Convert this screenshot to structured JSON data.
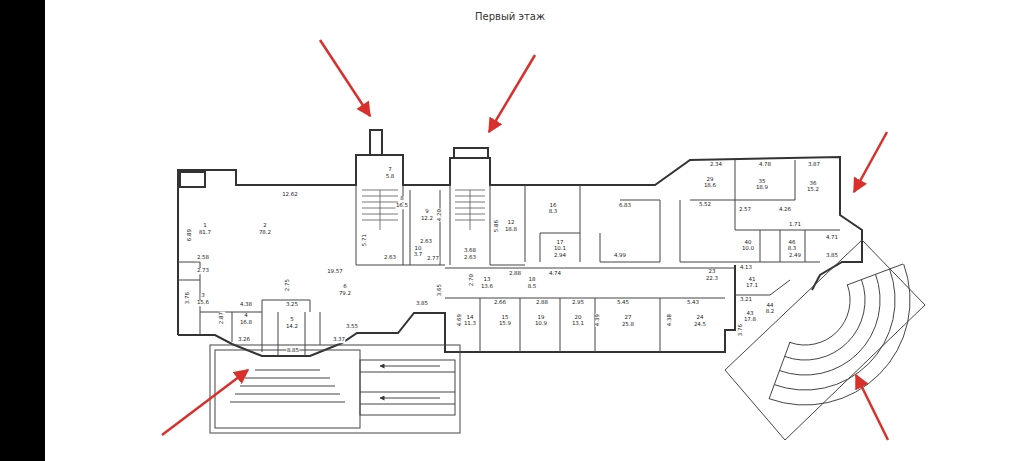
{
  "diagram": {
    "title": "Первый этаж",
    "labels": [
      "12.62",
      "1",
      "81.7",
      "2",
      "78.2",
      "6.89",
      "2.58",
      "2.73",
      "19.57",
      "2.75",
      "6",
      "79.2",
      "3.76",
      "3",
      "15.6",
      "4.38",
      "4",
      "16.8",
      "3.25",
      "5",
      "14.2",
      "2.87",
      "3.85",
      "3.55",
      "3.37",
      "3.26",
      "8.85",
      "7",
      "5.8",
      "8",
      "16.5",
      "9",
      "12.2",
      "4.20",
      "5.71",
      "2.63",
      "10",
      "3.7",
      "2.77",
      "2.63",
      "3.68",
      "2.63",
      "12",
      "18.8",
      "5.86",
      "2.88",
      "13",
      "13.6",
      "2.70",
      "3.65",
      "18",
      "8.5",
      "4.74",
      "2.66",
      "4.69",
      "14",
      "11.3",
      "15",
      "15.9",
      "2.88",
      "19",
      "10.9",
      "20",
      "13.1",
      "2.95",
      "4.39",
      "27",
      "25.8",
      "5.45",
      "4.38",
      "24",
      "24.5",
      "5.43",
      "16",
      "8.3",
      "17",
      "10.1",
      "2.94",
      "6.83",
      "4.99",
      "23",
      "22.3",
      "29",
      "18.6",
      "2.34",
      "4.78",
      "3.87",
      "35",
      "18.9",
      "36",
      "15.2",
      "5.52",
      "2.57",
      "4.26",
      "1.71",
      "40",
      "10.0",
      "46",
      "8.3",
      "4.71",
      "2.49",
      "3.85",
      "4.13",
      "41",
      "17.1",
      "3.21",
      "43",
      "17.8",
      "44",
      "8.2",
      "3.76"
    ]
  }
}
